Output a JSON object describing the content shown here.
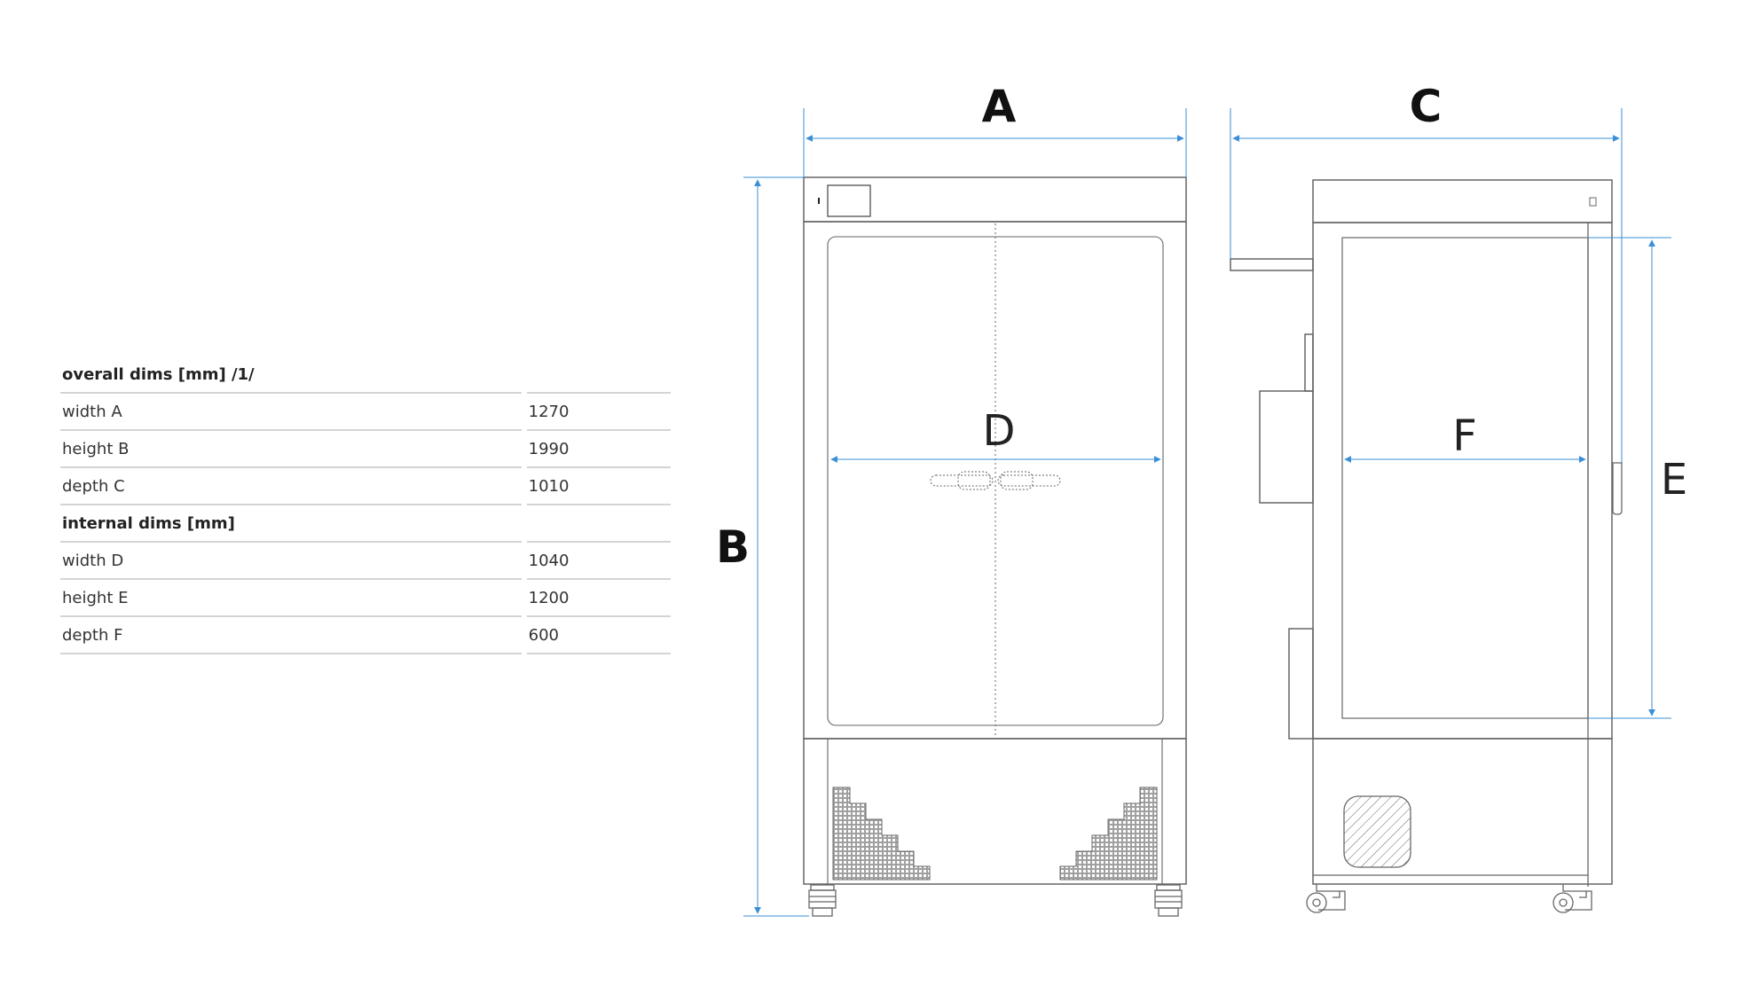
{
  "specs": {
    "overall": {
      "heading": "overall dims [mm] /1/",
      "rows": [
        {
          "label": "width A",
          "value": "1270"
        },
        {
          "label": "height B",
          "value": "1990"
        },
        {
          "label": "depth C",
          "value": "1010"
        }
      ]
    },
    "internal": {
      "heading": "internal dims [mm]",
      "rows": [
        {
          "label": "width D",
          "value": "1040"
        },
        {
          "label": "height E",
          "value": "1200"
        },
        {
          "label": "depth F",
          "value": "600"
        }
      ]
    }
  },
  "dimension_letters": {
    "A": "A",
    "B": "B",
    "C": "C",
    "D": "D",
    "E": "E",
    "F": "F"
  },
  "colors": {
    "dimension_line": "#3a8fd6",
    "outline": "#666666",
    "table_rule": "#d4d4d4"
  }
}
